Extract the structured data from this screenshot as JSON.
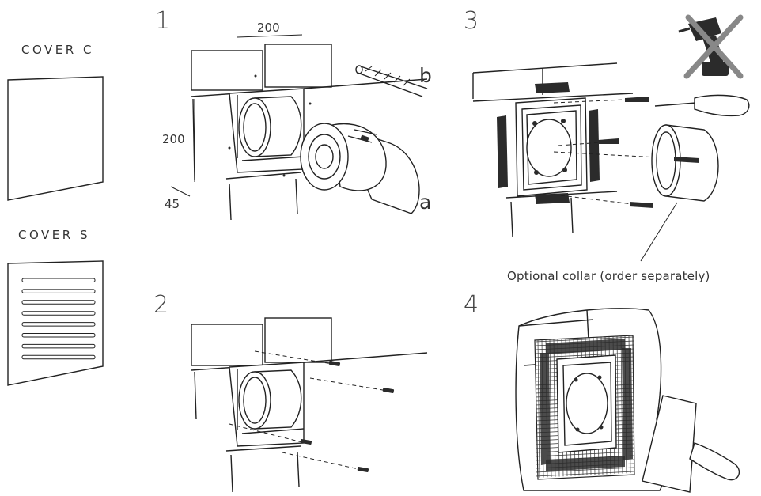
{
  "covers": {
    "cover_c": "COVER C",
    "cover_s": "COVER S"
  },
  "steps": {
    "s1": "1",
    "s2": "2",
    "s3": "3",
    "s4": "4"
  },
  "dimensions": {
    "width": "200",
    "height": "200",
    "depth": "45"
  },
  "callouts": {
    "a": "a",
    "b": "b"
  },
  "caption": "Optional collar (order separately)",
  "icons": {
    "no_drill": "drill-crossed-out-icon"
  }
}
